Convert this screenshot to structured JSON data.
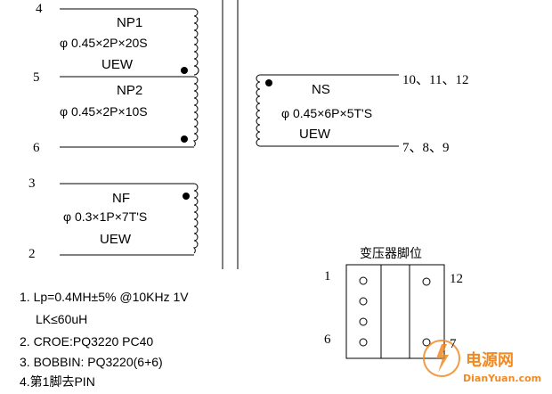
{
  "primary": {
    "np1": {
      "name": "NP1",
      "spec": "φ 0.45×2P×20S",
      "wire": "UEW",
      "pin_start": "4",
      "pin_end": "5"
    },
    "np2": {
      "name": "NP2",
      "spec": "φ 0.45×2P×10S",
      "pin_end": "6"
    },
    "nf": {
      "name": "NF",
      "spec": "φ 0.3×1P×7T'S",
      "wire": "UEW",
      "pin_start": "3",
      "pin_end": "2"
    }
  },
  "secondary": {
    "ns": {
      "name": "NS",
      "spec": "φ 0.45×6P×5T'S",
      "wire": "UEW",
      "pin_start": "10、11、12",
      "pin_end": "7、8、9"
    }
  },
  "pin_diagram": {
    "title": "变压器脚位",
    "left_top": "1",
    "left_bottom": "6",
    "right_top": "12",
    "right_bottom": "7"
  },
  "notes": [
    "1. Lp=0.4MH±5% @10KHz   1V",
    "LK≤60uH",
    "2. CROE:PQ3220  PC40",
    "3. BOBBIN: PQ3220(6+6)",
    "4.第1脚去PIN"
  ],
  "watermark": {
    "cn": "电源网",
    "en": "DianYuan.com"
  },
  "colors": {
    "line": "#000000",
    "watermark": "#f08a24"
  }
}
